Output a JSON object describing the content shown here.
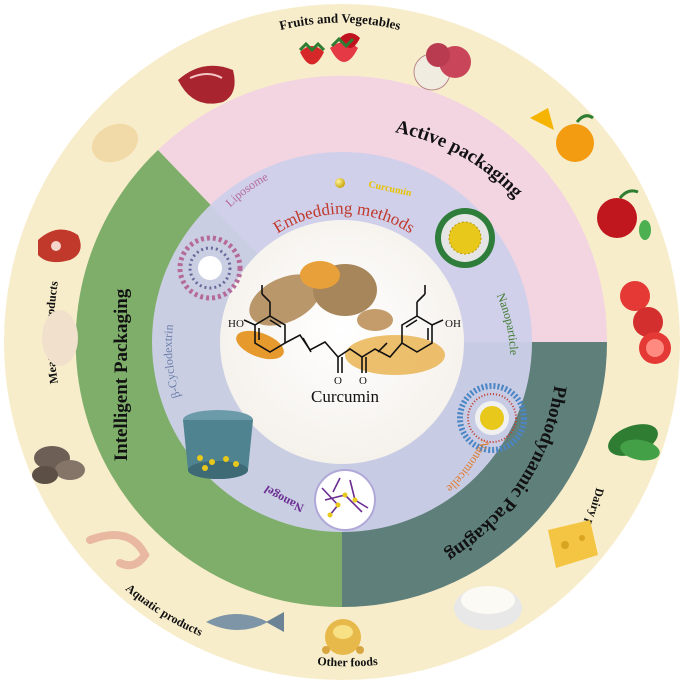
{
  "center": {
    "label": "Curcumin",
    "molecule_labels": {
      "left_oh": "HO",
      "right_oh": "OH",
      "left_o": "O",
      "right_o": "O"
    }
  },
  "embedding": {
    "title": "Embedding methods",
    "methods": {
      "liposome": "Liposome",
      "curcumin": "Curcumin",
      "nanoparticle": "Nanoparticle",
      "nanomicelle": "Nanomicelle",
      "nanogel": "Nanogel",
      "cyclodextrin": "β-Cyclodextrin"
    }
  },
  "packaging": {
    "active": "Active packaging",
    "intelligent": "Intelligent Packaging",
    "photodynamic": "Photodynamic Packaging"
  },
  "food_categories": {
    "fruits_vegetables": "Fruits and Vegetables",
    "meats": "Meats and products",
    "aquatic": "Aquatic products",
    "other": "Other foods",
    "dairy": "Dairy products"
  },
  "colors": {
    "outer_ring": "#f8edcb",
    "active_sector": "#f3d4e1",
    "intelligent_sector": "#7fae6a",
    "photodynamic_sector": "#5f7f7b",
    "embedding_ring": "#cdd0ea",
    "embedding_title": "#c0392b",
    "curcumin_label": "#e6c200",
    "nanoparticle_label": "#3d7a2e",
    "nanomicelle_label": "#e07b2a",
    "nanogel_label": "#6a2c91",
    "liposome_label": "#b56a9a",
    "cyclodextrin_label": "#6a7da8"
  }
}
